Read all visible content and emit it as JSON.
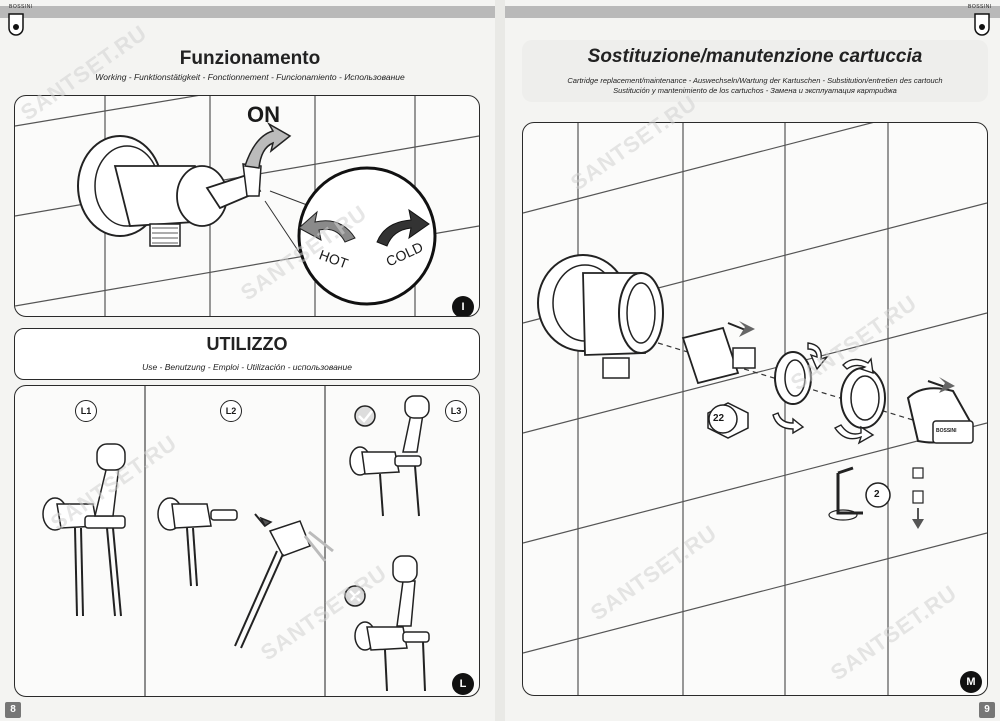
{
  "left_page": {
    "brand": "BOSSINI",
    "title": "Funzionamento",
    "subtitle": "Working - Funktionstätigkeit - Fonctionnement - Funcionamiento - Использование",
    "on_label": "ON",
    "hot_label": "HOT",
    "cold_label": "COLD",
    "panel_badge": "I",
    "section_title": "UTILIZZO",
    "section_subtitle": "Use - Benutzung - Emploi - Utilización - использование",
    "steps": [
      "L1",
      "L2",
      "L3"
    ],
    "section_badge": "L",
    "page_number": "8"
  },
  "right_page": {
    "brand": "BOSSINI",
    "title": "Sostituzione/manutenzione cartuccia",
    "subtitle_line1": "Cartridge replacement/maintenance - Auswechseln/Wartung der Kartuschen - Substitution/entretien des cartouch",
    "subtitle_line2": "Sustitución y mantenimiento de los cartuchos - Замена и эксплуатация картриджа",
    "wrench_size": "22",
    "allen_key_size": "2",
    "handle_brand": "BOSSINI",
    "panel_badge": "M",
    "page_number": "9"
  },
  "watermark": "SANTSET.RU"
}
